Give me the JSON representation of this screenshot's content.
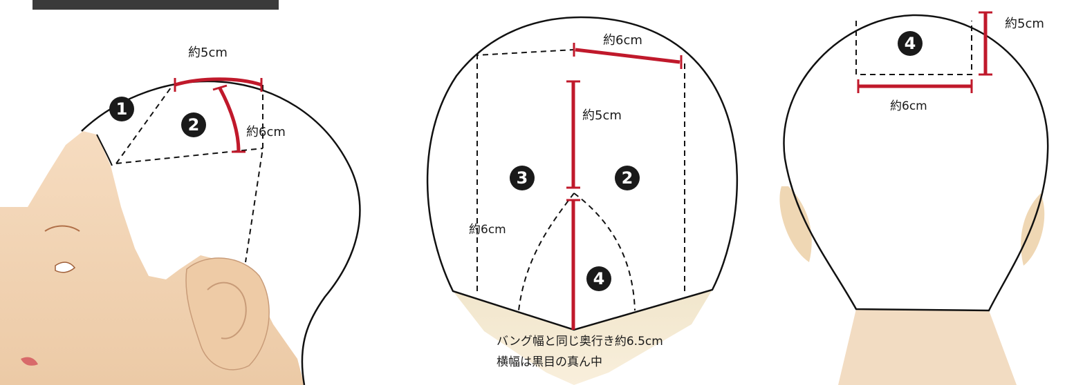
{
  "labels": {
    "side_width": "約5cm",
    "side_depth": "約6cm",
    "top_width": "約6cm",
    "top_length": "約5cm",
    "top_side_depth": "約6cm",
    "note_line1": "バング幅と同じ奥行き約6.5cm",
    "note_line2": "横幅は黒目の真ん中",
    "back_height": "約5cm",
    "back_width": "約6cm"
  },
  "markers": {
    "side_1": "1",
    "side_2": "2",
    "top_3": "3",
    "top_2": "2",
    "top_4": "4",
    "back_4": "4"
  },
  "colors": {
    "measure_red": "#c0192b",
    "skin": "#f3d3b4",
    "outline": "#111111",
    "header_bar": "#3a3a3a"
  }
}
